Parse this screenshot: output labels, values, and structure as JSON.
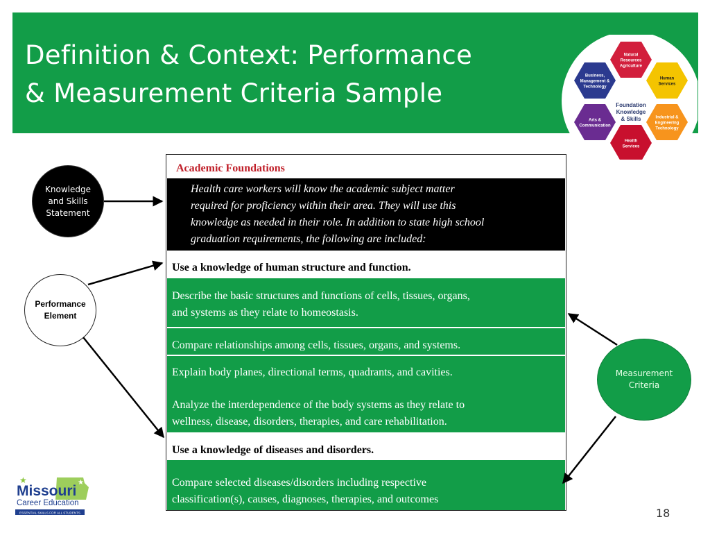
{
  "slide": {
    "title_line1": "Definition & Context: Performance",
    "title_line2": "& Measurement Criteria Sample",
    "page_number": "18"
  },
  "wheel": {
    "center_label": [
      "Foundation",
      "Knowledge",
      "& Skills"
    ],
    "hexagons": [
      {
        "label": [
          "Natural",
          "Resources",
          "Agriculture"
        ],
        "color": "#d21f3c"
      },
      {
        "label": [
          "Human",
          "Services"
        ],
        "color": "#f4c400"
      },
      {
        "label": [
          "Industrial &",
          "Engineering",
          "Technology"
        ],
        "color": "#f7941d"
      },
      {
        "label": [
          "Health",
          "Services"
        ],
        "color": "#c8102e"
      },
      {
        "label": [
          "Arts &",
          "Communication"
        ],
        "color": "#6a2c91"
      },
      {
        "label": [
          "Business,",
          "Management &",
          "Technology"
        ],
        "color": "#2b3a8f"
      }
    ]
  },
  "circles": {
    "knowledge": [
      "Knowledge",
      "and Skills",
      "Statement"
    ],
    "performance": [
      "Performance",
      "Element"
    ],
    "measurement": [
      "Measurement",
      "Criteria"
    ]
  },
  "table": {
    "heading": "Academic Foundations",
    "statement": [
      "Health care workers will know the academic subject matter",
      "required for proficiency within their area. They will use this",
      "knowledge as needed in their role. In addition to state high school",
      "graduation requirements, the following are included:"
    ],
    "element1": "Use a knowledge of human structure and function.",
    "criteria1": [
      [
        "Describe the basic structures and functions of cells, tissues, organs,",
        "and systems as they relate to homeostasis."
      ],
      [
        "Compare relationships among cells, tissues, organs, and systems."
      ],
      [
        "Explain body planes, directional terms, quadrants, and cavities."
      ],
      [
        "Analyze the interdependence of the body systems as they relate to",
        "wellness, disease, disorders, therapies, and care rehabilitation."
      ]
    ],
    "element2": "Use a knowledge of diseases and disorders.",
    "criteria2": [
      [
        "Compare selected diseases/disorders including respective",
        "classification(s), causes, diagnoses, therapies, and outcomes"
      ]
    ]
  },
  "logo": {
    "line1": "Missouri",
    "line2": "Career Education",
    "tagline": "ESSENTIAL SKILLS FOR ALL STUDENTS"
  }
}
